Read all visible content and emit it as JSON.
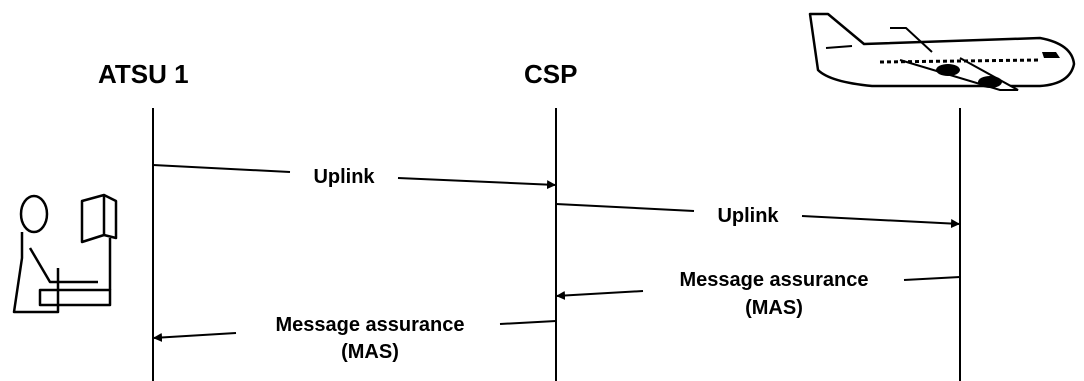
{
  "participants": [
    {
      "label": "ATSU 1",
      "icon": "controller-icon"
    },
    {
      "label": "CSP"
    },
    {
      "label": "",
      "icon": "airplane-icon"
    }
  ],
  "messages": [
    {
      "label": "Uplink",
      "from": "ATSU 1",
      "to": "CSP"
    },
    {
      "label": "Uplink",
      "from": "CSP",
      "to": "aircraft"
    },
    {
      "label_line1": "Message assurance",
      "label_line2": "(MAS)",
      "from": "aircraft",
      "to": "CSP"
    },
    {
      "label_line1": "Message assurance",
      "label_line2": "(MAS)",
      "from": "CSP",
      "to": "ATSU 1"
    }
  ]
}
